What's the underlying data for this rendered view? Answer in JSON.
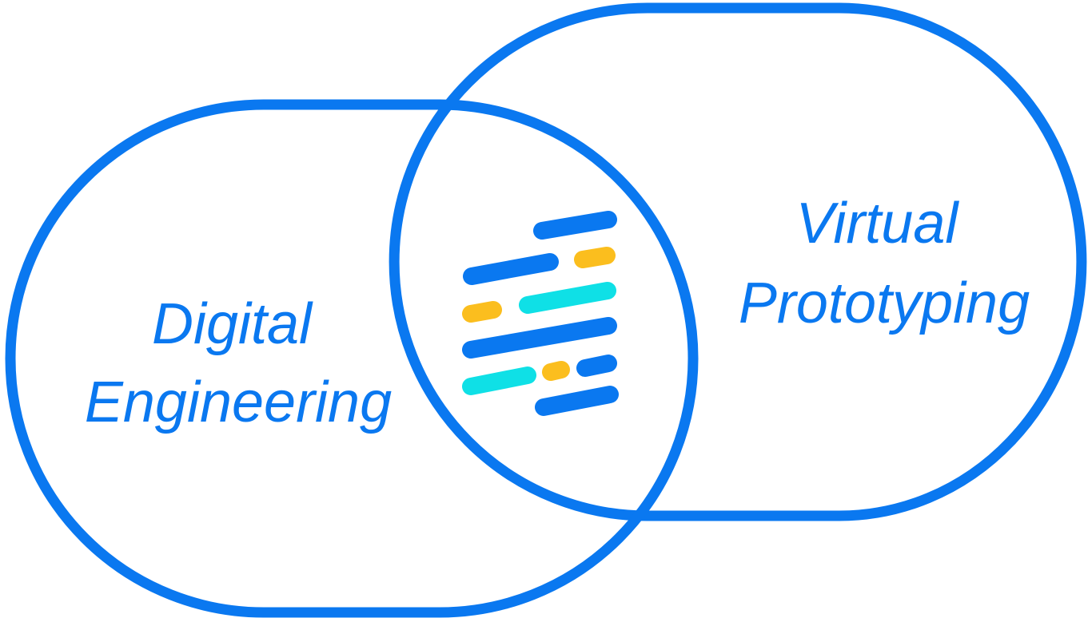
{
  "colors": {
    "primary": "#0A78F0",
    "accent_yellow": "#FBBE1E",
    "accent_cyan": "#0FE0E6",
    "background": "#FFFFFF"
  },
  "left_set": {
    "line1": "Digital",
    "line2": "Engineering"
  },
  "right_set": {
    "line1": "Virtual",
    "line2": "Prototyping"
  },
  "center_logo": {
    "icon": "striped-bars-logo-icon"
  }
}
